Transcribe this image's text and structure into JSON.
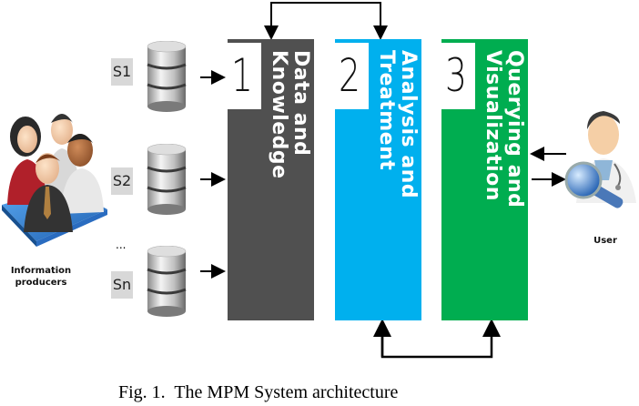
{
  "figure": {
    "caption": "Fig. 1.  The MPM System architecture"
  },
  "producers": {
    "label_line1": "Information",
    "label_line2": "producers",
    "icon": "people-group-icon"
  },
  "sources": [
    {
      "label": "S1",
      "icon": "database-icon"
    },
    {
      "label": "S2",
      "icon": "database-icon"
    },
    {
      "label": "Sn",
      "icon": "database-icon"
    }
  ],
  "ellipsis": "...",
  "blocks": [
    {
      "number": "1",
      "title": "Data and\nKnowledge",
      "color": "#505050"
    },
    {
      "number": "2",
      "title": "Analysis and\nTreatment",
      "color": "#00b0ee"
    },
    {
      "number": "3",
      "title": "Querying and\nVisualization",
      "color": "#00ad50"
    }
  ],
  "user": {
    "label": "User",
    "icon": "doctor-magnifier-icon"
  }
}
